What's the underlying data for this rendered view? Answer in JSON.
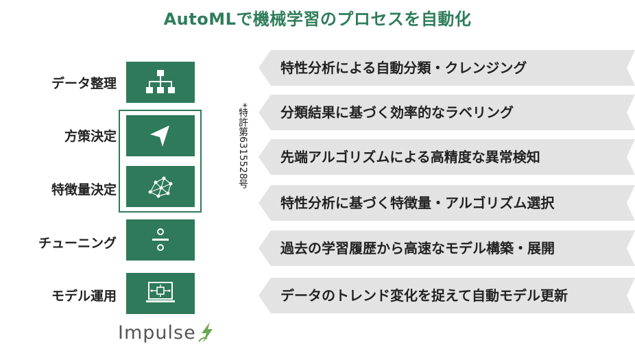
{
  "title": "AutoMLで機械学習のプロセスを自動化",
  "steps": [
    {
      "label": "データ整理",
      "icon": "hierarchy-icon"
    },
    {
      "label": "方策決定",
      "icon": "cursor-arrow-icon"
    },
    {
      "label": "特徴量決定",
      "icon": "network-graph-icon"
    },
    {
      "label": "チューニング",
      "icon": "divide-icon"
    },
    {
      "label": "モデル運用",
      "icon": "monitor-chip-icon"
    }
  ],
  "patent_note": "*特許第6315528号",
  "features": [
    "特性分析による自動分類・クレンジング",
    "分類結果に基づく効率的なラベリング",
    "先端アルゴリズムによる高精度な異常検知",
    "特性分析に基づく特徴量・アルゴリズム選択",
    "過去の学習履歴から高速なモデル構築・展開",
    "データのトレンド変化を捉えて自動モデル更新"
  ],
  "logo": {
    "text": "Impulse",
    "icon": "lightning-leaf-icon"
  },
  "colors": {
    "accent": "#2e7a5a",
    "title": "#2e7d5b",
    "bar": "#e3e3e3"
  }
}
